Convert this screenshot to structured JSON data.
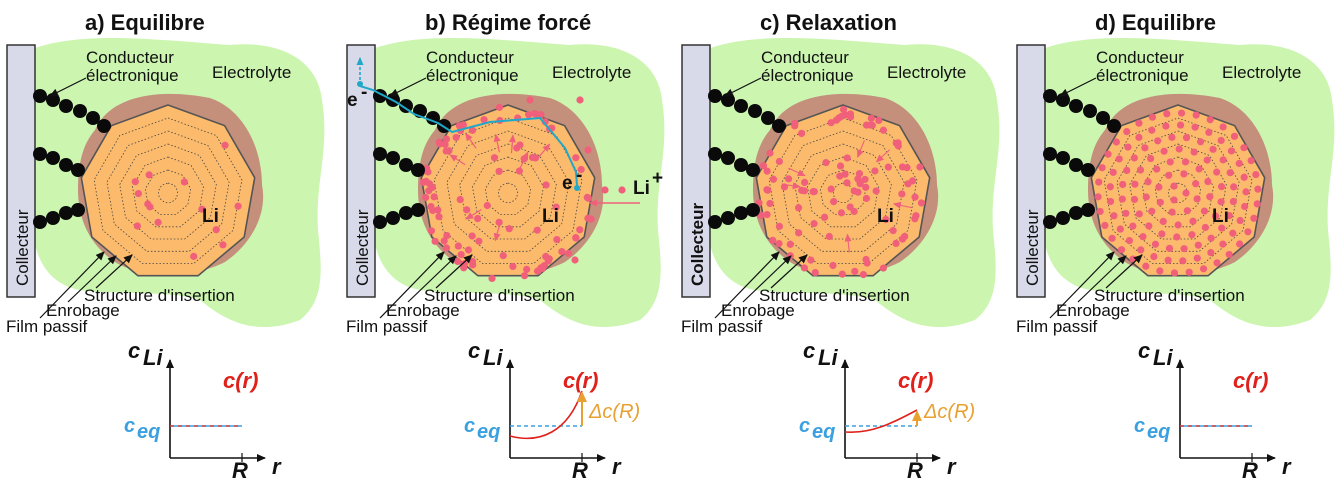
{
  "panels": [
    {
      "title": "a) Equilibre",
      "collector": "Collecteur",
      "conductor_line1": "Conducteur",
      "conductor_line2": "électronique",
      "electrolyte": "Electrolyte",
      "lithium": "Li",
      "structure": "Structure d'insertion",
      "coating": "Enrobage",
      "passive_film": "Film passif",
      "state": "equilibrium-low",
      "collector_bold": false
    },
    {
      "title": "b) Régime forcé",
      "collector": "Collecteur",
      "conductor_line1": "Conducteur",
      "conductor_line2": "électronique",
      "electrolyte": "Electrolyte",
      "lithium": "Li",
      "structure": "Structure d'insertion",
      "coating": "Enrobage",
      "passive_film": "Film passif",
      "state": "forced",
      "collector_bold": false,
      "electron_label": "e",
      "electron_sign": "-",
      "ion_label": "Li",
      "ion_sign": "+"
    },
    {
      "title": "c) Relaxation",
      "collector": "Collecteur",
      "conductor_line1": "Conducteur",
      "conductor_line2": "électronique",
      "electrolyte": "Electrolyte",
      "lithium": "Li",
      "structure": "Structure d'insertion",
      "coating": "Enrobage",
      "passive_film": "Film passif",
      "state": "relaxation",
      "collector_bold": true
    },
    {
      "title": "d) Equilibre",
      "collector": "Collecteur",
      "conductor_line1": "Conducteur",
      "conductor_line2": "électronique",
      "electrolyte": "Electrolyte",
      "lithium": "Li",
      "structure": "Structure d'insertion",
      "coating": "Enrobage",
      "passive_film": "Film passif",
      "state": "equilibrium-high",
      "collector_bold": false
    }
  ],
  "graphs": [
    {
      "y_axis": "c",
      "y_sub": "Li",
      "x_axis": "r",
      "radius": "R",
      "equilibrium": "c",
      "equilibrium_sub": "eq",
      "curve_label": "c(r)",
      "profile": "flat",
      "delta": ""
    },
    {
      "y_axis": "c",
      "y_sub": "Li",
      "x_axis": "r",
      "radius": "R",
      "equilibrium": "c",
      "equilibrium_sub": "eq",
      "curve_label": "c(r)",
      "profile": "steep",
      "delta": "Δc(R)"
    },
    {
      "y_axis": "c",
      "y_sub": "Li",
      "x_axis": "r",
      "radius": "R",
      "equilibrium": "c",
      "equilibrium_sub": "eq",
      "curve_label": "c(r)",
      "profile": "mild",
      "delta": "Δc(R)"
    },
    {
      "y_axis": "c",
      "y_sub": "Li",
      "x_axis": "r",
      "radius": "R",
      "equilibrium": "c",
      "equilibrium_sub": "eq",
      "curve_label": "c(r)",
      "profile": "flat",
      "delta": ""
    }
  ],
  "colors": {
    "electrolyte": "#ccf5b0",
    "passive_film": "#c4907c",
    "structure": "#fcbb6c",
    "collector": "#d8daea",
    "lithium_dot": "#f0607a",
    "eq_line": "#3aa0e0",
    "profile": "#e0201a",
    "delta_arrow": "#e8a030",
    "electron_path": "#20a8c8"
  }
}
